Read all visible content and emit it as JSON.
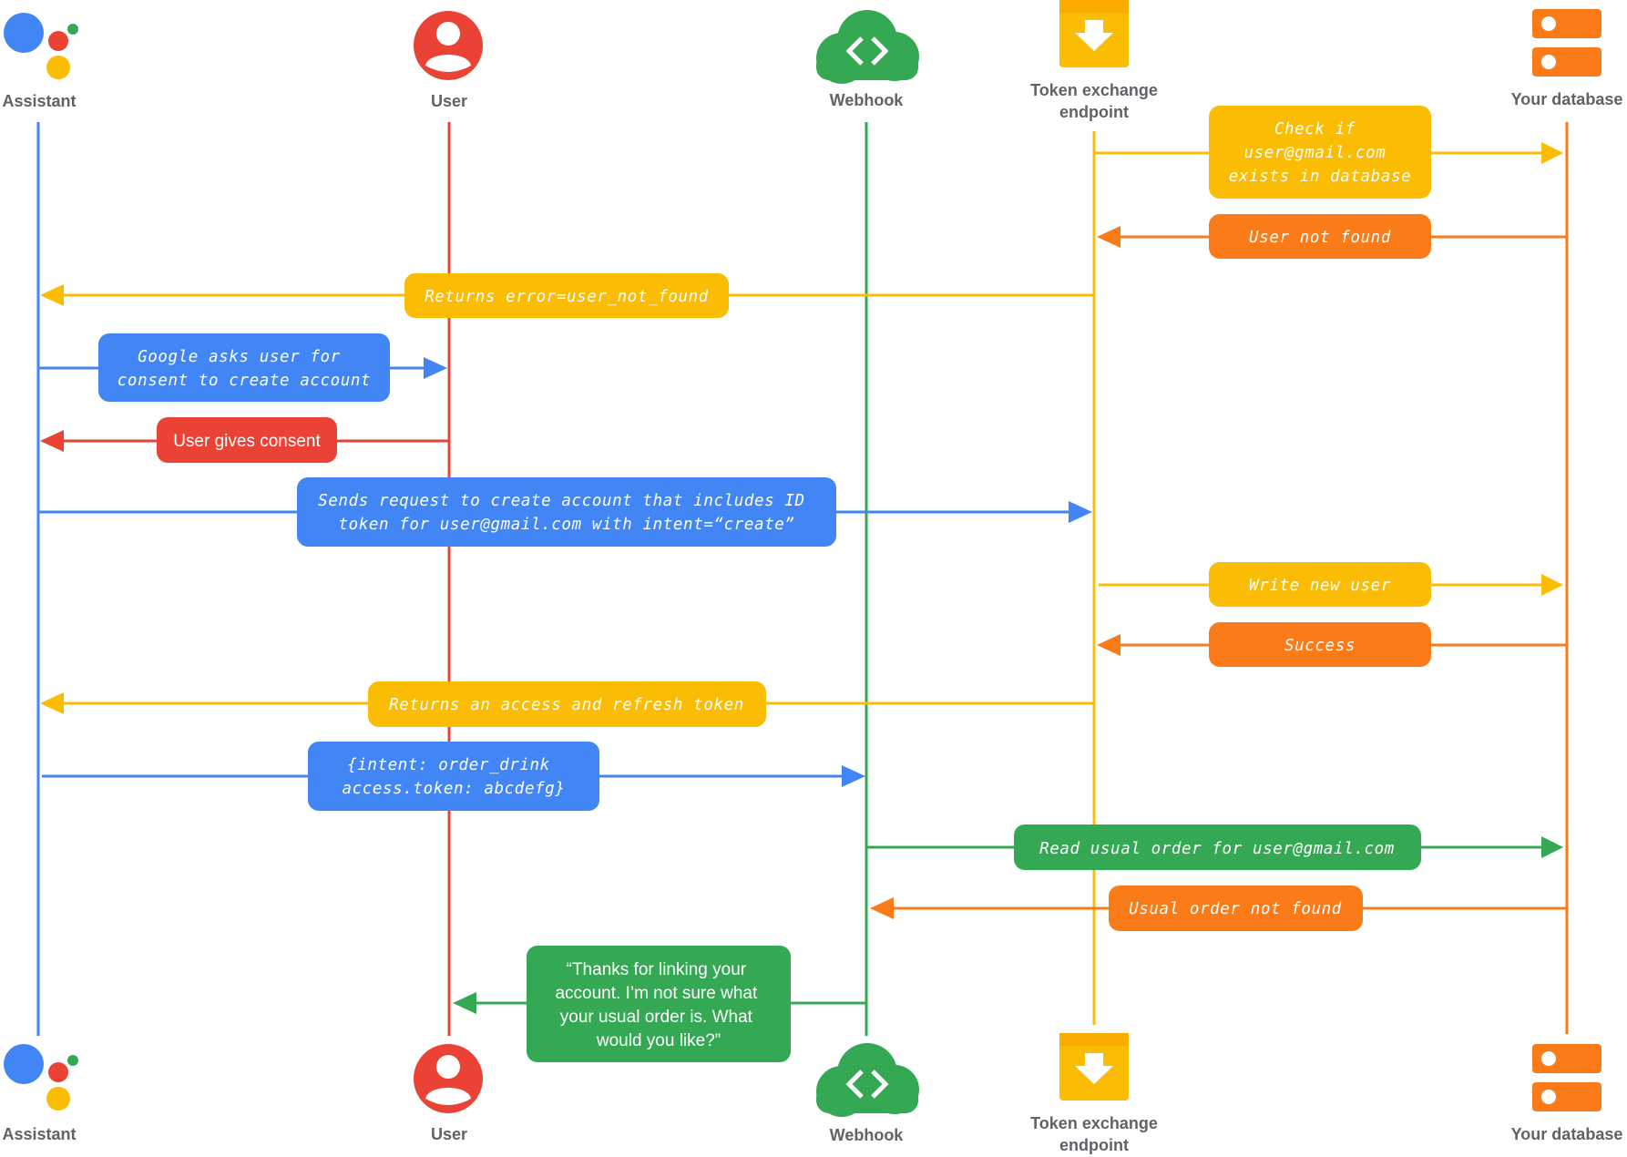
{
  "colors": {
    "blue": "#4285F4",
    "red": "#EA4335",
    "green": "#34A853",
    "yellow": "#FBBC04",
    "orange": "#FA7B17",
    "label": "#5f6368"
  },
  "actors": {
    "assistant": {
      "label": "Assistant",
      "icon": "google-assistant-icon"
    },
    "user": {
      "label": "User",
      "icon": "user-account-icon"
    },
    "webhook": {
      "label": "Webhook",
      "icon": "cloud-code-icon"
    },
    "token": {
      "label_line1": "Token exchange",
      "label_line2": "endpoint",
      "icon": "download-box-icon"
    },
    "database": {
      "label": "Your database",
      "icon": "database-server-icon"
    }
  },
  "messages": {
    "m1": {
      "lines": [
        "Check if",
        "user@gmail.com",
        "exists in database"
      ]
    },
    "m2": {
      "lines": [
        "User not found"
      ]
    },
    "m3": {
      "lines": [
        "Returns error=user_not_found"
      ]
    },
    "m4": {
      "lines": [
        "Google asks user for",
        "consent to create account"
      ]
    },
    "m5": {
      "lines": [
        "User gives consent"
      ]
    },
    "m6": {
      "lines": [
        "Sends request to create account that includes ID",
        "token for user@gmail.com with intent=“create”"
      ]
    },
    "m7": {
      "lines": [
        "Write new user"
      ]
    },
    "m8": {
      "lines": [
        "Success"
      ]
    },
    "m9": {
      "lines": [
        "Returns an access and refresh token"
      ]
    },
    "m10": {
      "lines": [
        "{intent: order_drink",
        "access.token: abcdefg}"
      ]
    },
    "m11": {
      "lines": [
        "Read usual order for user@gmail.com"
      ]
    },
    "m12": {
      "lines": [
        "Usual order not found"
      ]
    },
    "m13": {
      "lines": [
        "“Thanks for linking your",
        "account. I’m not sure what",
        "your usual order is. What",
        "would you like?”"
      ]
    }
  }
}
